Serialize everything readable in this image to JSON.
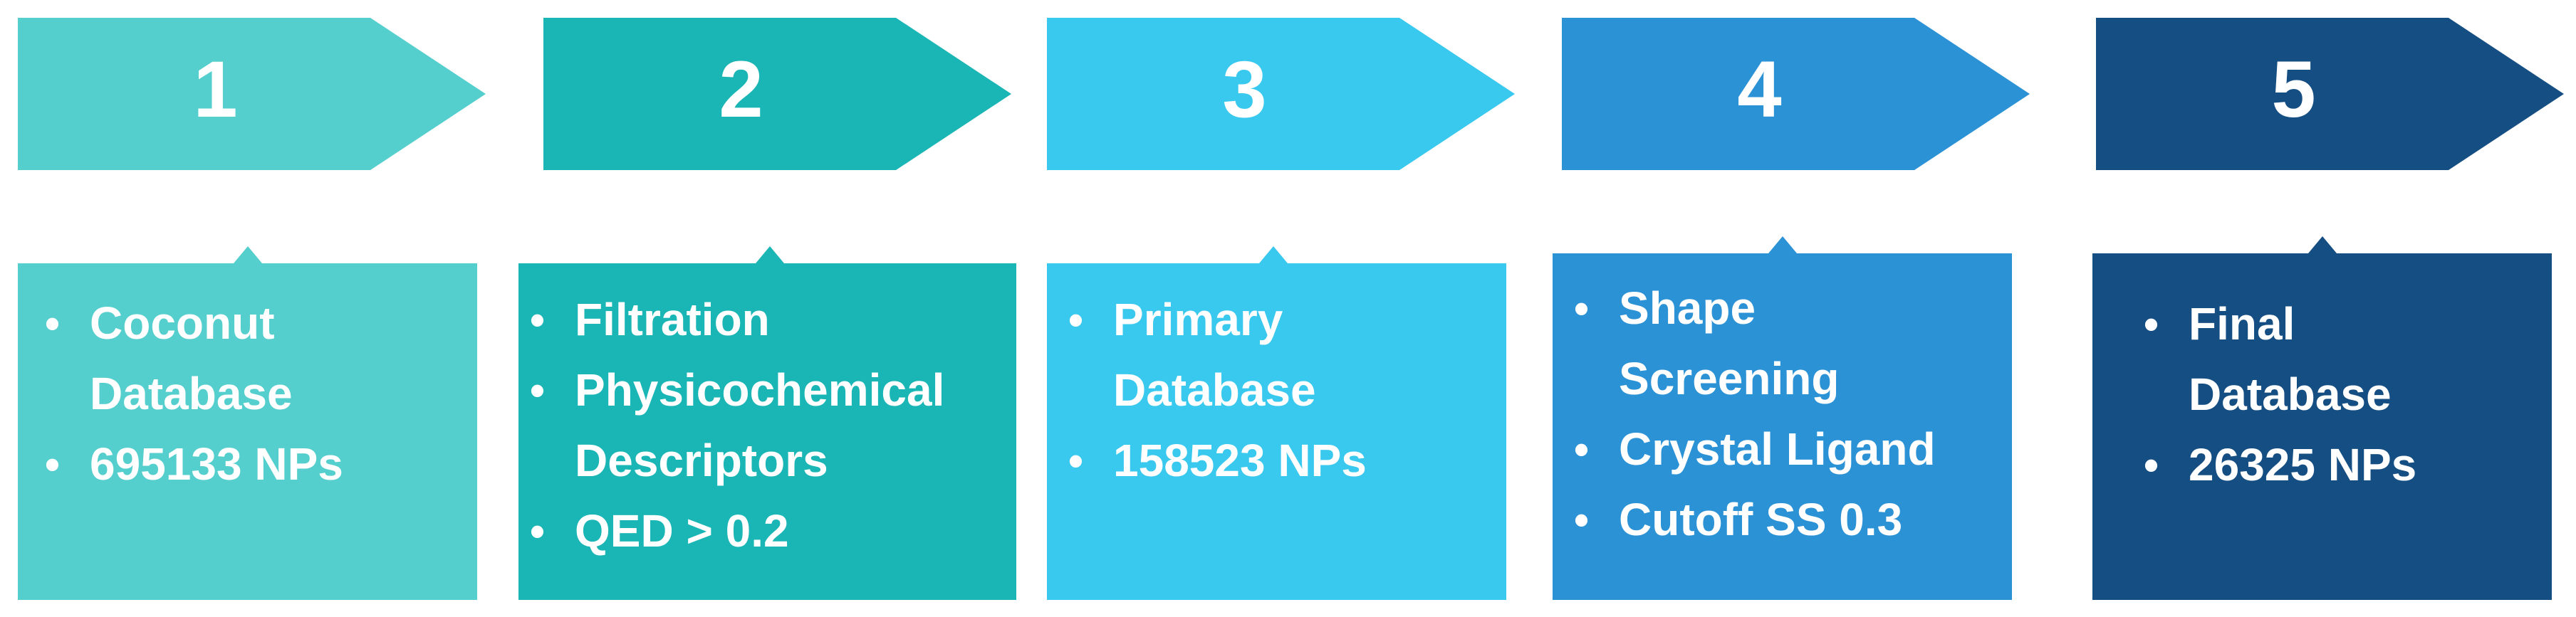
{
  "steps": [
    {
      "number": "1",
      "color": "#55cfcd",
      "bullets": [
        [
          "Coconut",
          "Database"
        ],
        [
          "695133 NPs"
        ]
      ]
    },
    {
      "number": "2",
      "color": "#1ab6b5",
      "bullets": [
        [
          "Filtration"
        ],
        [
          "Physicochemical",
          "Descriptors"
        ],
        [
          "QED > 0.2"
        ]
      ]
    },
    {
      "number": "3",
      "color": "#39c8ee",
      "bullets": [
        [
          "Primary",
          "Database"
        ],
        [
          "158523 NPs"
        ]
      ]
    },
    {
      "number": "4",
      "color": "#2c92d6",
      "bullets": [
        [
          "Shape",
          "Screening"
        ],
        [
          "Crystal Ligand"
        ],
        [
          "Cutoff SS 0.3"
        ]
      ]
    },
    {
      "number": "5",
      "color": "#154e82",
      "bullets": [
        [
          "Final",
          "Database"
        ],
        [
          "26325 NPs"
        ]
      ]
    }
  ]
}
